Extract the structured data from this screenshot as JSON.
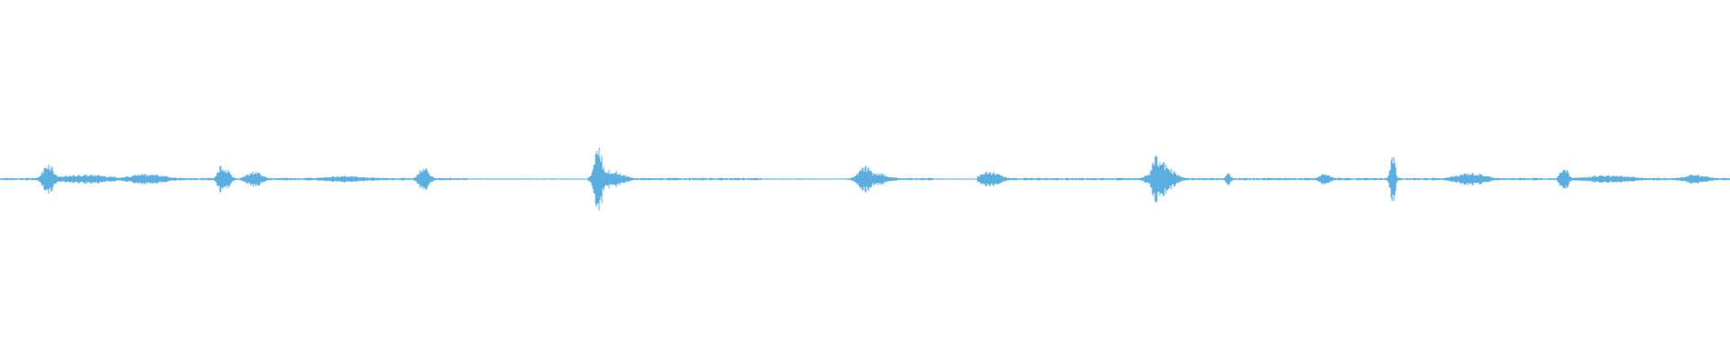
{
  "waveform": {
    "color": "#5aaee0",
    "background": "#ffffff",
    "baseline_amplitude": 0.012,
    "bursts": [
      {
        "t": 0.028,
        "amp": 0.22,
        "width": 0.004
      },
      {
        "t": 0.05,
        "amp": 0.06,
        "width": 0.02
      },
      {
        "t": 0.085,
        "amp": 0.07,
        "width": 0.015
      },
      {
        "t": 0.128,
        "amp": 0.18,
        "width": 0.003
      },
      {
        "t": 0.13,
        "amp": 0.14,
        "width": 0.004
      },
      {
        "t": 0.147,
        "amp": 0.1,
        "width": 0.006
      },
      {
        "t": 0.2,
        "amp": 0.04,
        "width": 0.02
      },
      {
        "t": 0.245,
        "amp": 0.16,
        "width": 0.004
      },
      {
        "t": 0.346,
        "amp": 0.45,
        "width": 0.003
      },
      {
        "t": 0.352,
        "amp": 0.12,
        "width": 0.01
      },
      {
        "t": 0.5,
        "amp": 0.18,
        "width": 0.005
      },
      {
        "t": 0.506,
        "amp": 0.08,
        "width": 0.01
      },
      {
        "t": 0.572,
        "amp": 0.1,
        "width": 0.008
      },
      {
        "t": 0.668,
        "amp": 0.3,
        "width": 0.003
      },
      {
        "t": 0.672,
        "amp": 0.22,
        "width": 0.008
      },
      {
        "t": 0.71,
        "amp": 0.08,
        "width": 0.002
      },
      {
        "t": 0.766,
        "amp": 0.08,
        "width": 0.004
      },
      {
        "t": 0.805,
        "amp": 0.35,
        "width": 0.002
      },
      {
        "t": 0.85,
        "amp": 0.08,
        "width": 0.012
      },
      {
        "t": 0.904,
        "amp": 0.18,
        "width": 0.003
      },
      {
        "t": 0.93,
        "amp": 0.05,
        "width": 0.02
      },
      {
        "t": 0.98,
        "amp": 0.06,
        "width": 0.01
      }
    ],
    "gaps": [
      {
        "from": 0.27,
        "to": 0.34
      },
      {
        "from": 0.44,
        "to": 0.49
      },
      {
        "from": 0.54,
        "to": 0.565
      }
    ]
  }
}
